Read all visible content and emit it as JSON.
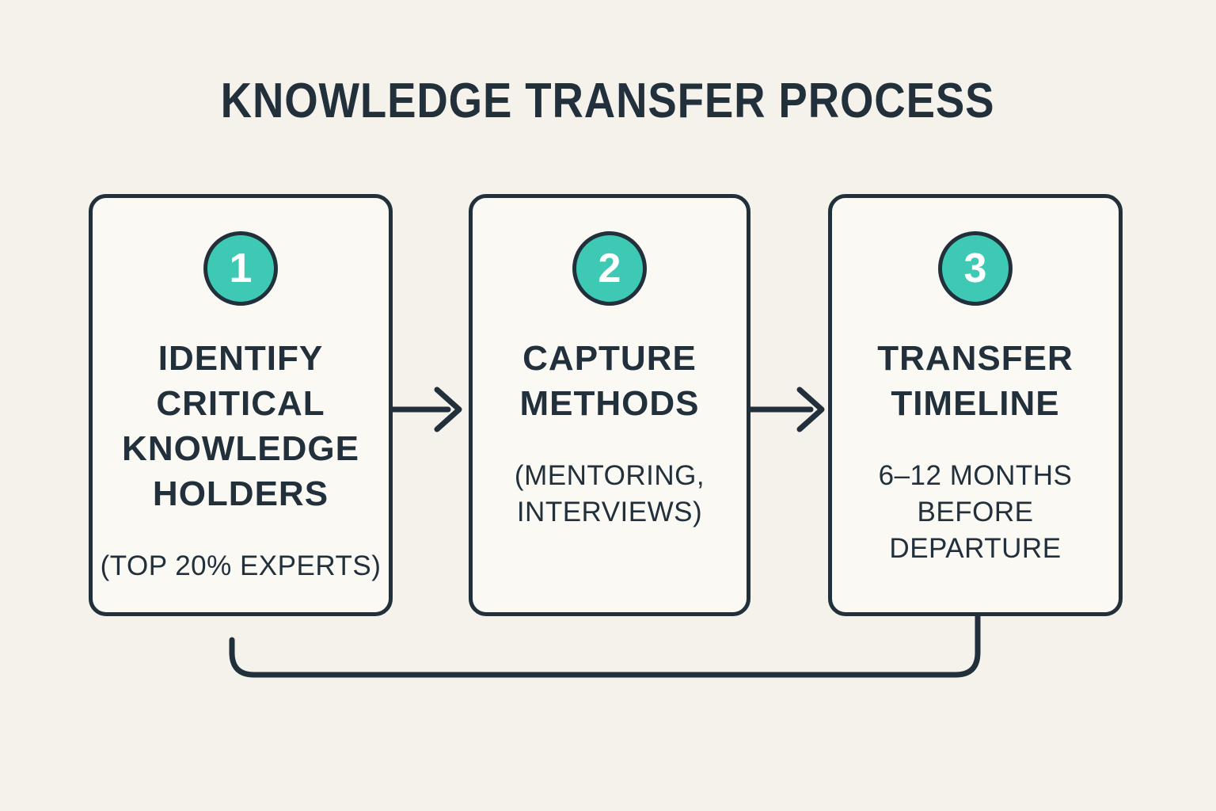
{
  "title": "KNOWLEDGE TRANSFER PROCESS",
  "colors": {
    "background": "#f5f2ec",
    "card_background": "#fbf9f4",
    "ink": "#22303c",
    "accent_teal": "#3ec9b5",
    "badge_number": "#ffffff"
  },
  "steps": [
    {
      "number": "1",
      "heading": "IDENTIFY\nCRITICAL\nKNOWLEDGE\nHOLDERS",
      "subtext": "(TOP 20% EXPERTS)"
    },
    {
      "number": "2",
      "heading": "CAPTURE\nMETHODS",
      "subtext": "(MENTORING,\nINTERVIEWS)"
    },
    {
      "number": "3",
      "heading": "TRANSFER\nTIMELINE",
      "subtext": "6–12 MONTHS\nBEFORE\nDEPARTURE"
    }
  ],
  "connectors": {
    "arrow_1_2_icon": "arrow-right-icon",
    "arrow_2_3_icon": "arrow-right-icon",
    "feedback_loop": "bottom-return-line"
  }
}
